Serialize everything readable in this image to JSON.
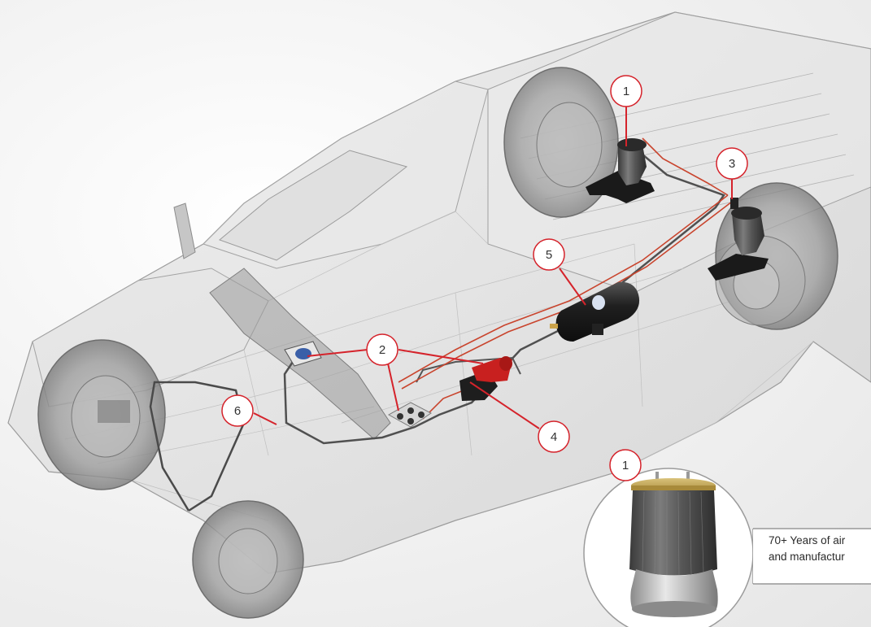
{
  "colors": {
    "callout_line": "#d5232b",
    "callout_circle_stroke": "#d5232b",
    "air_line_red": "#c9452e",
    "air_line_dark": "#4a4a4a",
    "compressor_red": "#c8201f",
    "truck_wire": "#9a9a9a"
  },
  "callouts": [
    {
      "id": "airbag-rear-left",
      "label": "1"
    },
    {
      "id": "gauge-and-valve",
      "label": "2"
    },
    {
      "id": "air-tee-fitting",
      "label": "3"
    },
    {
      "id": "compressor",
      "label": "4"
    },
    {
      "id": "air-tank",
      "label": "5"
    },
    {
      "id": "air-line",
      "label": "6"
    },
    {
      "id": "airbag-inset",
      "label": "1"
    }
  ],
  "caption": {
    "line1": "70+ Years of air",
    "line2": "and manufactur"
  }
}
